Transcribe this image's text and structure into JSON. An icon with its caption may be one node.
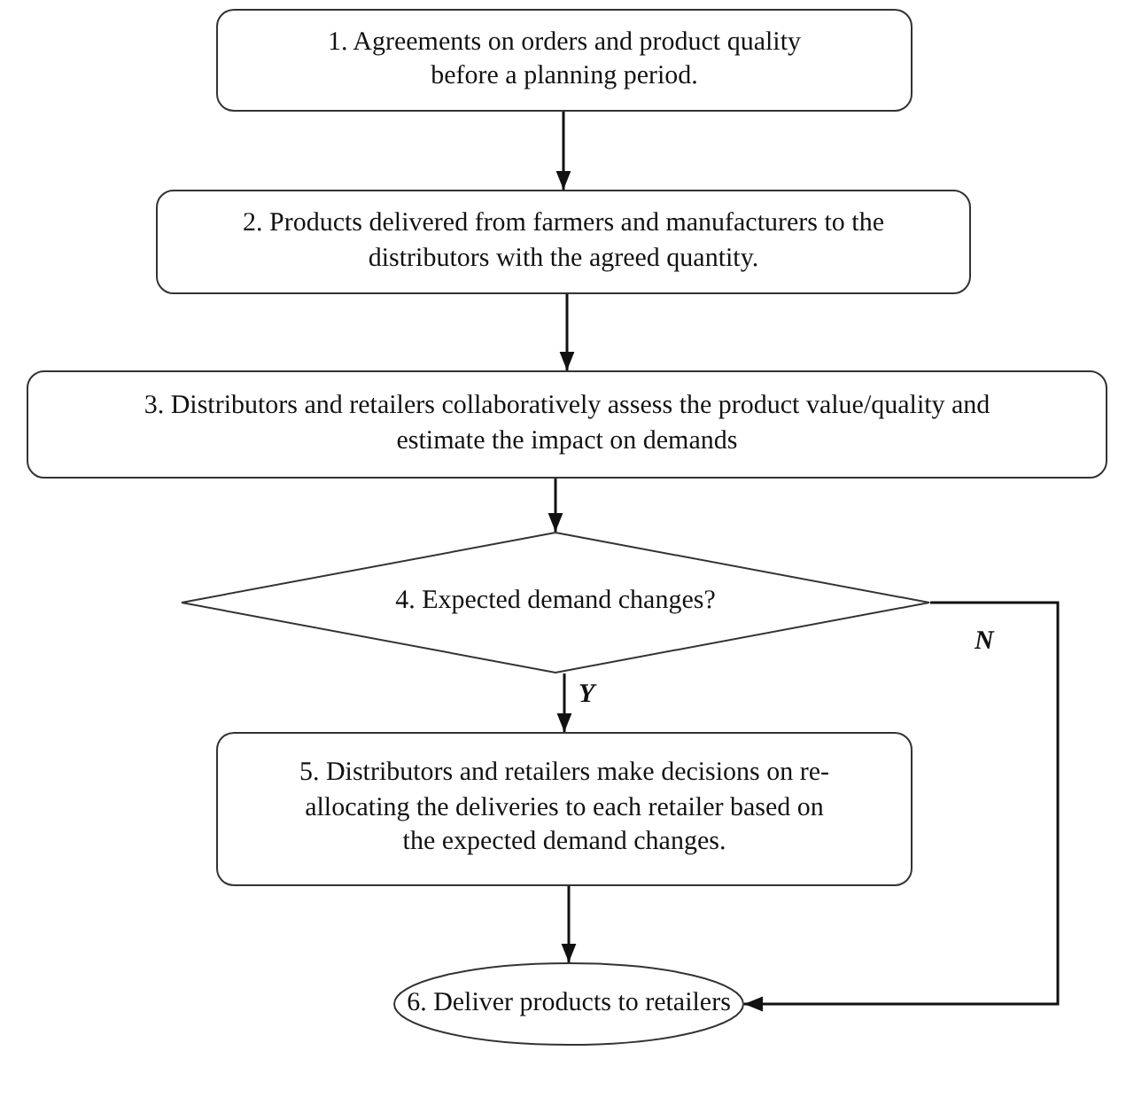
{
  "diagram": {
    "nodes": [
      {
        "text": [
          "1. Agreements on orders and product quality before a planning period."
        ]
      },
      {
        "text": [
          "2. Products delivered from farmers and manufacturers to the distributors with the agreed quantity."
        ]
      },
      {
        "text": [
          "3. Distributors and retailers collaboratively assess the product value/quality and estimate the impact on demands"
        ]
      },
      {
        "text": [
          "4. Expected demand changes?"
        ]
      },
      {
        "text": [
          "5. Distributors and retailers make decisions on re-allocating the deliveries to each retailer based on the expected demand changes."
        ]
      },
      {
        "text": [
          "6. Deliver products to retailers"
        ]
      }
    ],
    "edges": [
      {
        "from": 0,
        "to": 1,
        "arrow": "to"
      },
      {
        "from": 1,
        "to": 2,
        "arrow": "to"
      },
      {
        "from": 2,
        "to": 3,
        "arrow": "to"
      },
      {
        "from": 3,
        "to": 4,
        "arrow": "to",
        "label": "Y"
      },
      {
        "from": 3,
        "to": 5,
        "arrow": "to",
        "label": "N"
      },
      {
        "from": 4,
        "to": 5,
        "arrow": "to"
      }
    ]
  }
}
